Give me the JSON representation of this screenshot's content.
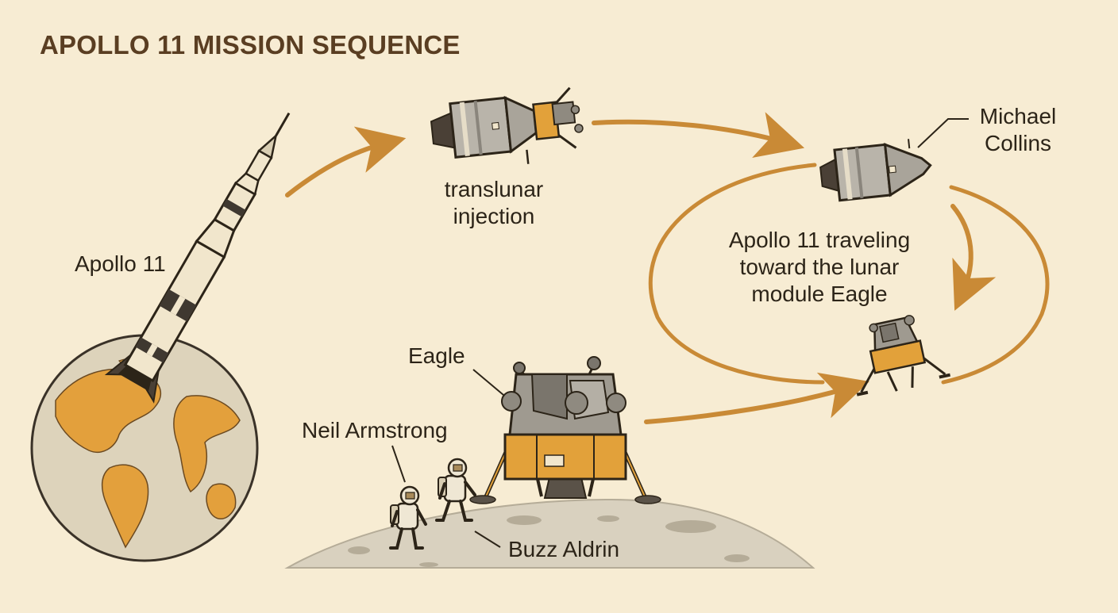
{
  "title": "APOLLO 11 MISSION SEQUENCE",
  "labels": {
    "apollo11": "Apollo 11",
    "translunar_line1": "translunar",
    "translunar_line2": "injection",
    "michael_line1": "Michael",
    "michael_line2": "Collins",
    "traveling_line1": "Apollo 11 traveling",
    "traveling_line2": "toward the lunar",
    "traveling_line3": "module Eagle",
    "eagle": "Eagle",
    "neil": "Neil Armstrong",
    "buzz": "Buzz Aldrin"
  },
  "colors": {
    "background": "#f7ecd3",
    "arrow": "#c98a36",
    "orange": "#e2a13a",
    "gray": "#9a958c",
    "dark": "#3a3228",
    "title": "#5a3e22",
    "moon": "#d9d1bf",
    "globe_ocean": "#ddd3bb",
    "globe_land": "#e3a03c"
  }
}
